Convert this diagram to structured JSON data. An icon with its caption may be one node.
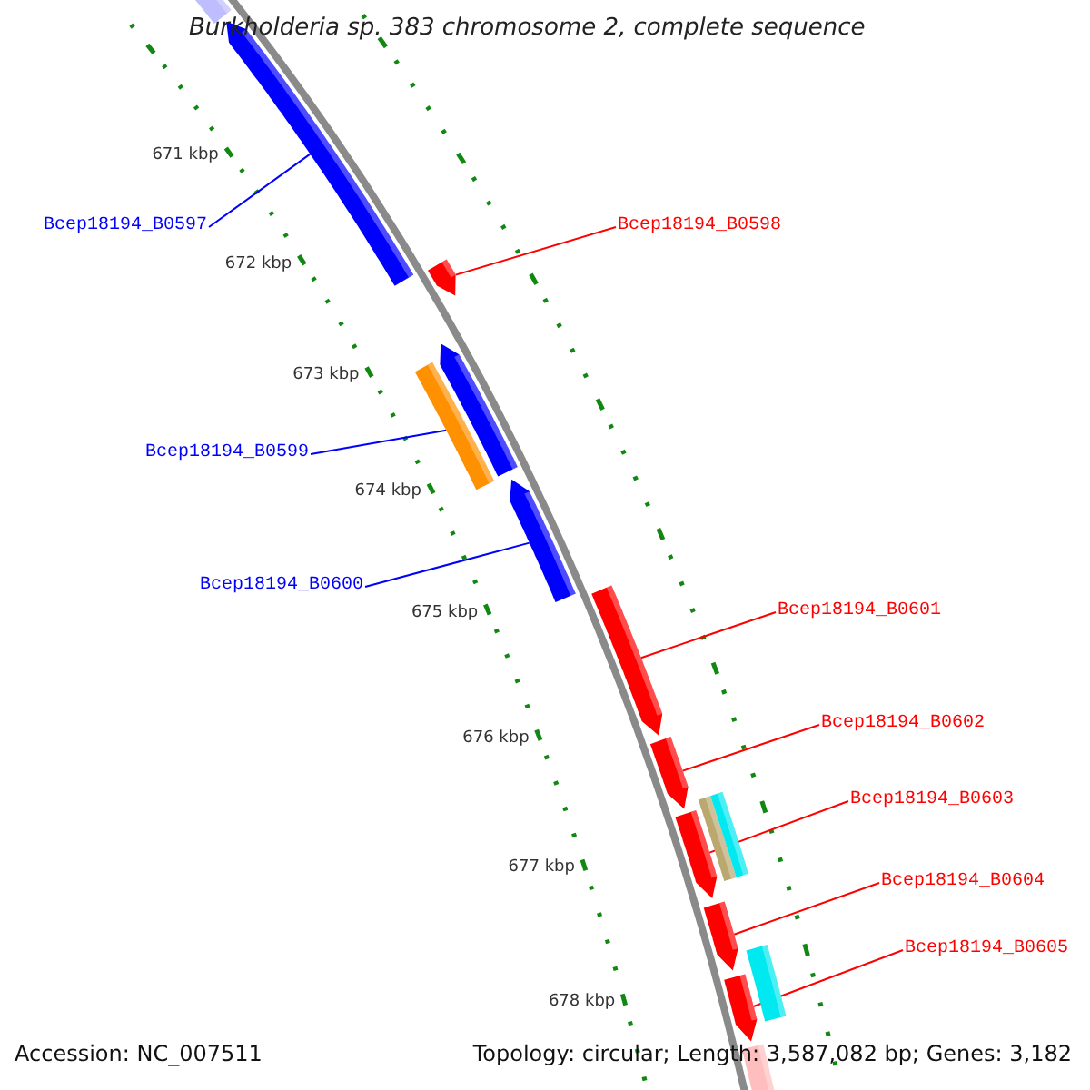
{
  "diagram": {
    "title": "Burkholderia sp. 383 chromosome 2, complete sequence",
    "nodes": [
      {
        "text": [
          "Bcep18194_B0597"
        ]
      },
      {
        "text": [],
        "shape": "arrow"
      },
      {
        "text": [
          "Bcep18194_B0598"
        ]
      },
      {
        "text": [],
        "shape": "arrow"
      },
      {
        "text": [
          "Bcep18194_B0599"
        ]
      },
      {
        "text": [],
        "shape": "bar"
      },
      {
        "text": [
          "Bcep18194_B0600"
        ]
      },
      {
        "text": [],
        "shape": "arrow"
      },
      {
        "text": [
          "Bcep18194_B0601"
        ]
      },
      {
        "text": [],
        "shape": "arrow"
      },
      {
        "text": [
          "Bcep18194_B0602"
        ]
      },
      {
        "text": [],
        "shape": "arrow"
      },
      {
        "text": [
          "Bcep18194_B0603"
        ]
      },
      {
        "text": [],
        "shape": "arrow"
      },
      {
        "text": [
          "Bcep18194_B0604"
        ]
      },
      {
        "text": [],
        "shape": "arrow"
      },
      {
        "text": [
          "Bcep18194_B0605"
        ]
      },
      {
        "text": [],
        "shape": "arrow"
      },
      {
        "text": [],
        "shape": "arrow"
      },
      {
        "text": [],
        "shape": "arrow"
      },
      {
        "text": [],
        "shape": "bar"
      },
      {
        "text": [],
        "shape": "bar"
      },
      {
        "text": [],
        "shape": "bar"
      },
      {
        "text": [],
        "shape": "arrow"
      }
    ],
    "edges": [
      {
        "from": 0,
        "to": 1,
        "arrow": "none",
        "color": "#0000ff"
      },
      {
        "from": 2,
        "to": 3,
        "arrow": "none"
      },
      {
        "from": 4,
        "to": 5,
        "arrow": "none",
        "color": "#0000ff"
      },
      {
        "from": 6,
        "to": 7,
        "arrow": "none",
        "color": "#0000ff"
      },
      {
        "from": 8,
        "to": 9,
        "arrow": "none"
      },
      {
        "from": 10,
        "to": 11,
        "arrow": "none"
      },
      {
        "from": 12,
        "to": 13,
        "arrow": "none"
      },
      {
        "from": 14,
        "to": 15,
        "arrow": "none"
      },
      {
        "from": 16,
        "to": 17,
        "arrow": "none"
      }
    ],
    "labels": [
      "671 kbp",
      "672 kbp",
      "673 kbp",
      "674 kbp",
      "675 kbp",
      "676 kbp",
      "677 kbp",
      "678 kbp",
      "Accession: NC_007511",
      "Topology: circular; Length: 3,587,082 bp; Genes: 3,182"
    ]
  }
}
